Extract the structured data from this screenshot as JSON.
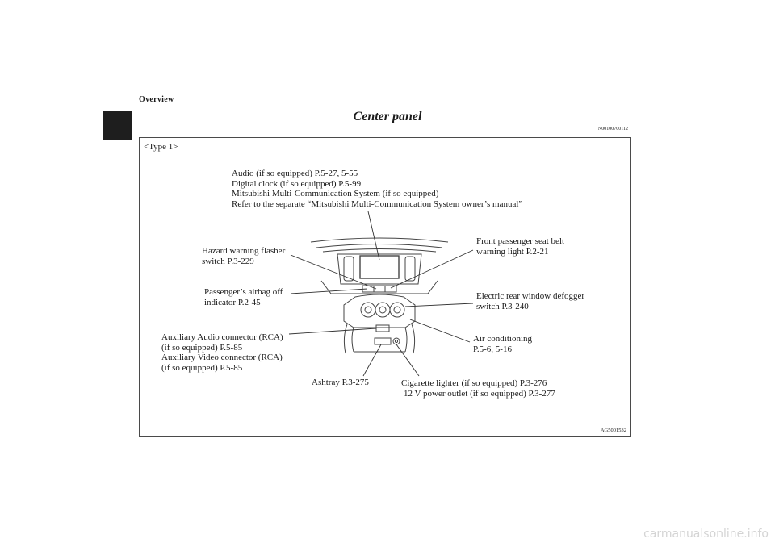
{
  "header": {
    "section": "Overview"
  },
  "title": "Center panel",
  "doc_code": "N00100700112",
  "figure": {
    "type_label": "<Type 1>",
    "code": "AG5001532",
    "callouts": {
      "audio": [
        "Audio (if so equipped) P.5-27, 5-55",
        "Digital clock (if so equipped) P.5-99",
        "Mitsubishi Multi-Communication System (if so equipped)",
        "Refer to the separate “Mitsubishi Multi-Communication System owner’s manual”"
      ],
      "hazard": [
        "Hazard warning flasher",
        "switch P.3-229"
      ],
      "airbag": [
        "Passenger’s airbag off",
        "indicator P.2-45"
      ],
      "aux": [
        "Auxiliary Audio connector (RCA)",
        "(if so equipped) P.5-85",
        "Auxiliary Video connector (RCA)",
        "(if so equipped) P.5-85"
      ],
      "ashtray": [
        "Ashtray P.3-275"
      ],
      "seatbelt": [
        "Front passenger seat belt",
        "warning light P.2-21"
      ],
      "defogger": [
        "Electric rear window defogger",
        "switch P.3-240"
      ],
      "aircon": [
        "Air conditioning",
        "P.5-6, 5-16"
      ],
      "cigarette": [
        "Cigarette lighter (if so equipped) P.3-276",
        "12 V power outlet (if so equipped) P.3-277"
      ]
    }
  },
  "watermark": "carmanualsonline.info"
}
